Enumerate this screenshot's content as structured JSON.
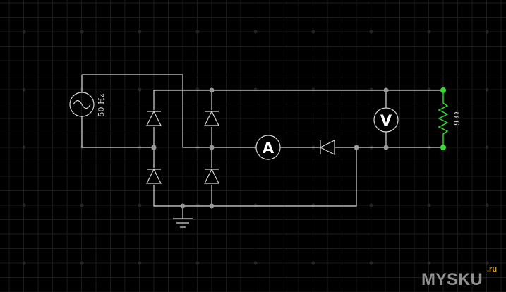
{
  "source": {
    "label": "50 Hz",
    "icon": "ac-source-icon"
  },
  "resistor": {
    "label": "9 Ω",
    "icon": "resistor-icon"
  },
  "ammeter": {
    "label": "A"
  },
  "voltmeter": {
    "label": "V"
  },
  "watermark": {
    "main": "MYSKU",
    "suffix": ".ru"
  },
  "colors": {
    "background": "#000000",
    "grid": "#1b1b1b",
    "wire": "#d6d6d6",
    "active": "#33dd33",
    "node": "#9a9a9a"
  }
}
